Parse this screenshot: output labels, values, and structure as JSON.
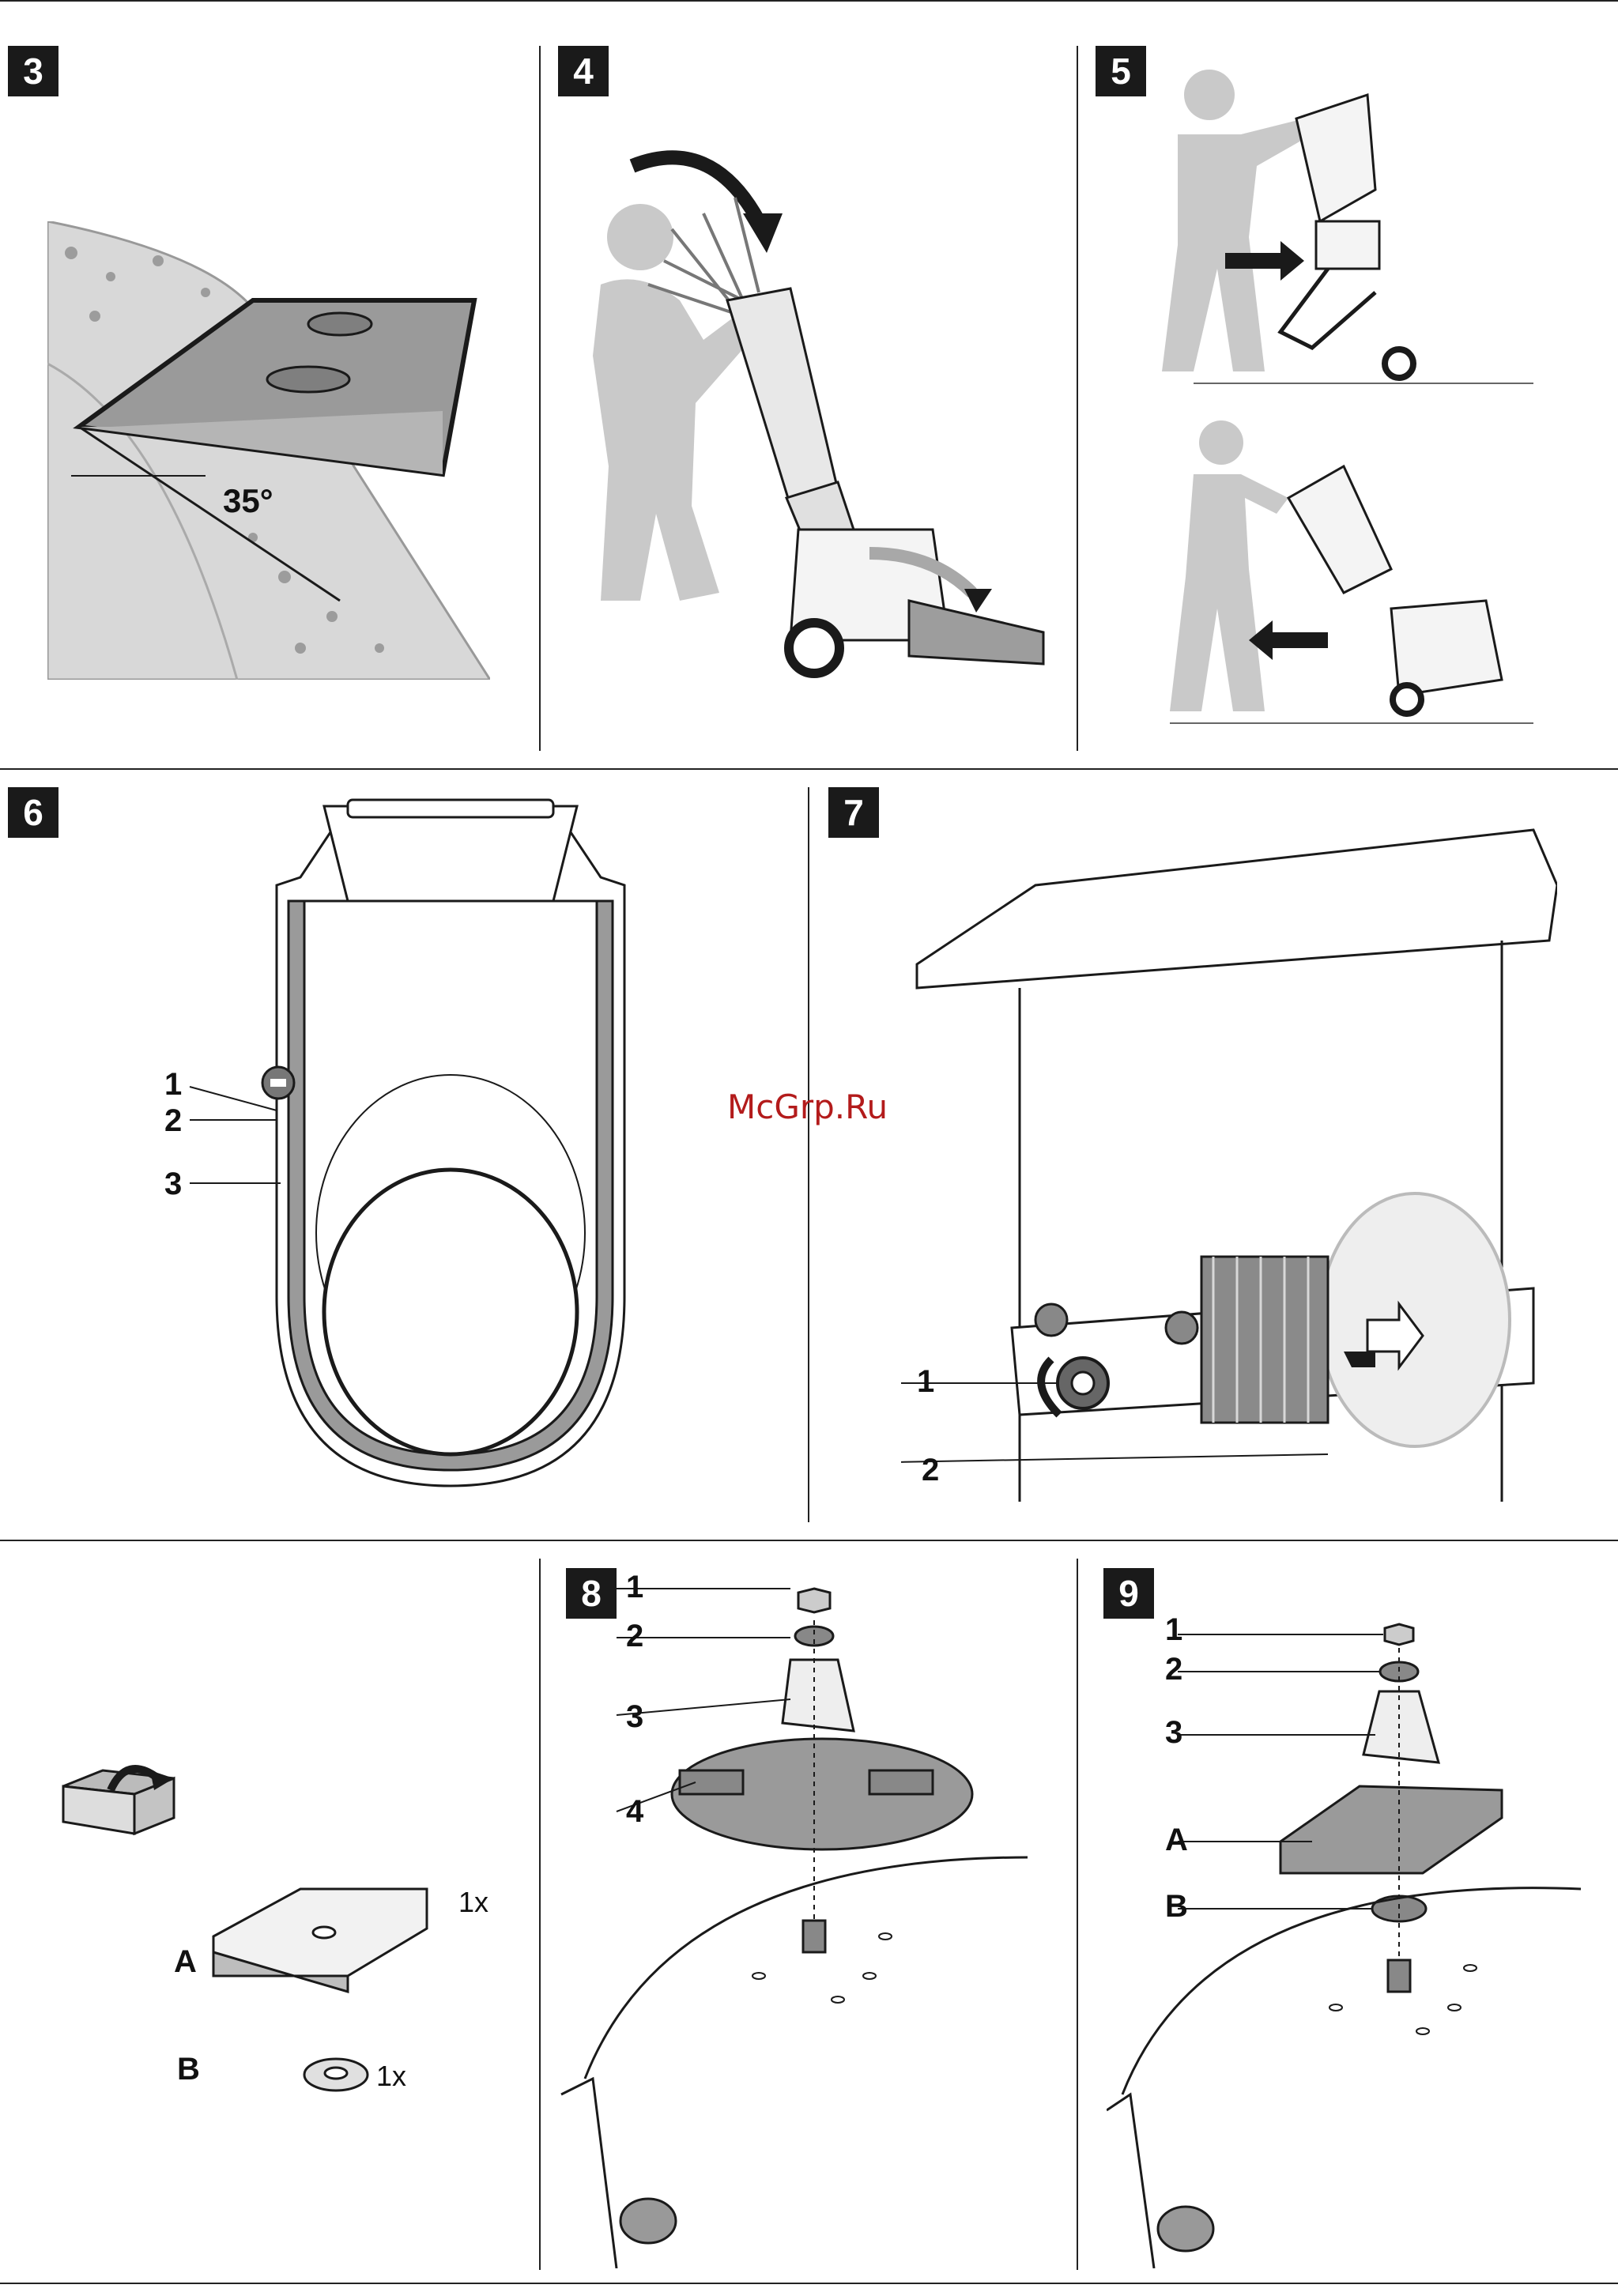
{
  "figures": {
    "f3": {
      "number": "3",
      "angle_label": "35°"
    },
    "f4": {
      "number": "4"
    },
    "f5": {
      "number": "5"
    },
    "f6": {
      "number": "6",
      "callouts": [
        "1",
        "2",
        "3"
      ]
    },
    "f7": {
      "number": "7",
      "callouts": [
        "1",
        "2"
      ]
    },
    "parts": {
      "a_label": "A",
      "a_qty": "1x",
      "b_label": "B",
      "b_qty": "1x"
    },
    "f8": {
      "number": "8",
      "callouts": [
        "1",
        "2",
        "3",
        "4"
      ]
    },
    "f9": {
      "number": "9",
      "callouts": [
        "1",
        "2",
        "3",
        "A",
        "B"
      ]
    }
  },
  "watermark": "McGrp.Ru",
  "colors": {
    "ink": "#1a1a1a",
    "figure_gray": "#cfcfcf",
    "part_gray": "#9a9a9a",
    "watermark": "#b31b1b"
  }
}
